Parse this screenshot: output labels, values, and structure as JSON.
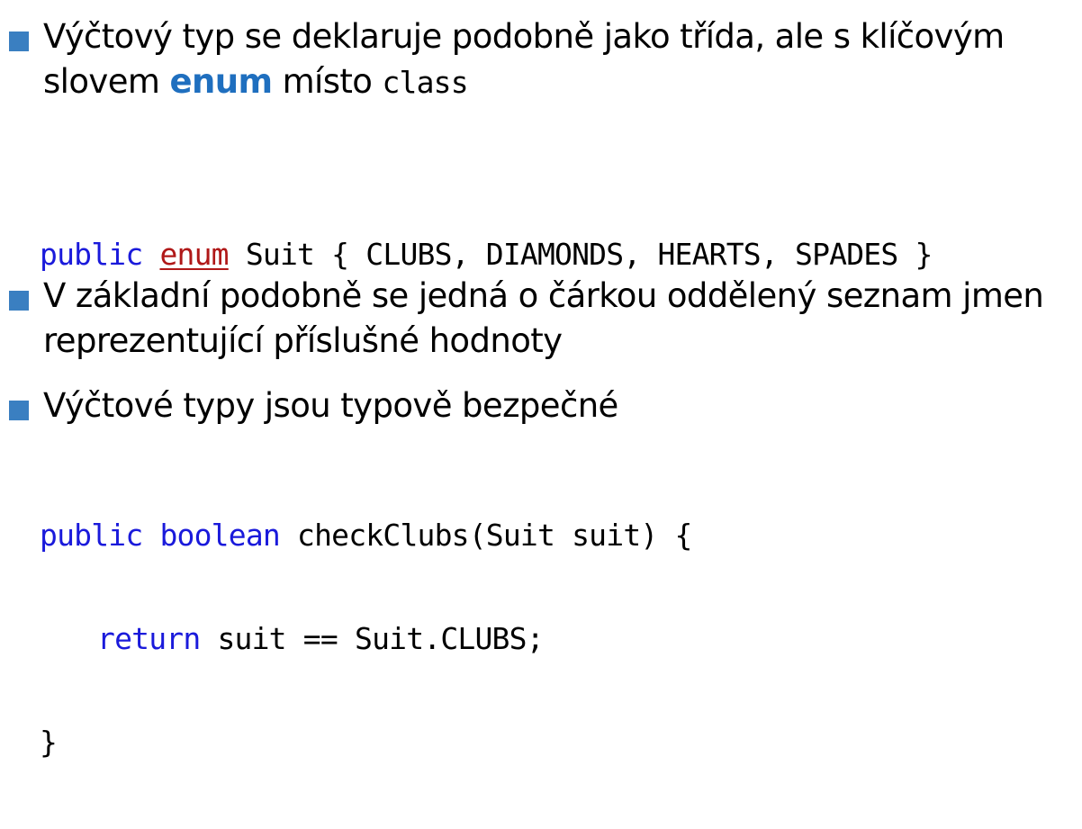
{
  "colors": {
    "bullet_marker": "#3a7fc1",
    "enum_highlight": "#1f6fbf",
    "code_keyword": "#1a1adb",
    "code_enum_keyword": "#b01818"
  },
  "bullets": [
    {
      "line1": "Výčtový typ se deklaruje podobně jako třída, ale s klíčovým",
      "line2_prefix": "slovem ",
      "line2_keyword": "enum",
      "line2_middle": " místo ",
      "line2_code": "class"
    },
    {
      "line1": "V základní podobně se jedná o čárkou oddělený seznam jmen",
      "line2": "reprezentující příslušné hodnoty"
    },
    {
      "line1": "Výčtové typy jsou typově bezpečné"
    }
  ],
  "code_enum": {
    "kw_public": "public",
    "kw_enum": "enum",
    "rest": " Suit { CLUBS, DIAMONDS, HEARTS, SPADES }"
  },
  "code_method": {
    "line1_kw1": "public",
    "line1_kw2": "boolean",
    "line1_rest": " checkClubs(Suit suit) {",
    "line2_kw": "return",
    "line2_rest": " suit == Suit.CLUBS;",
    "line3": "}"
  }
}
